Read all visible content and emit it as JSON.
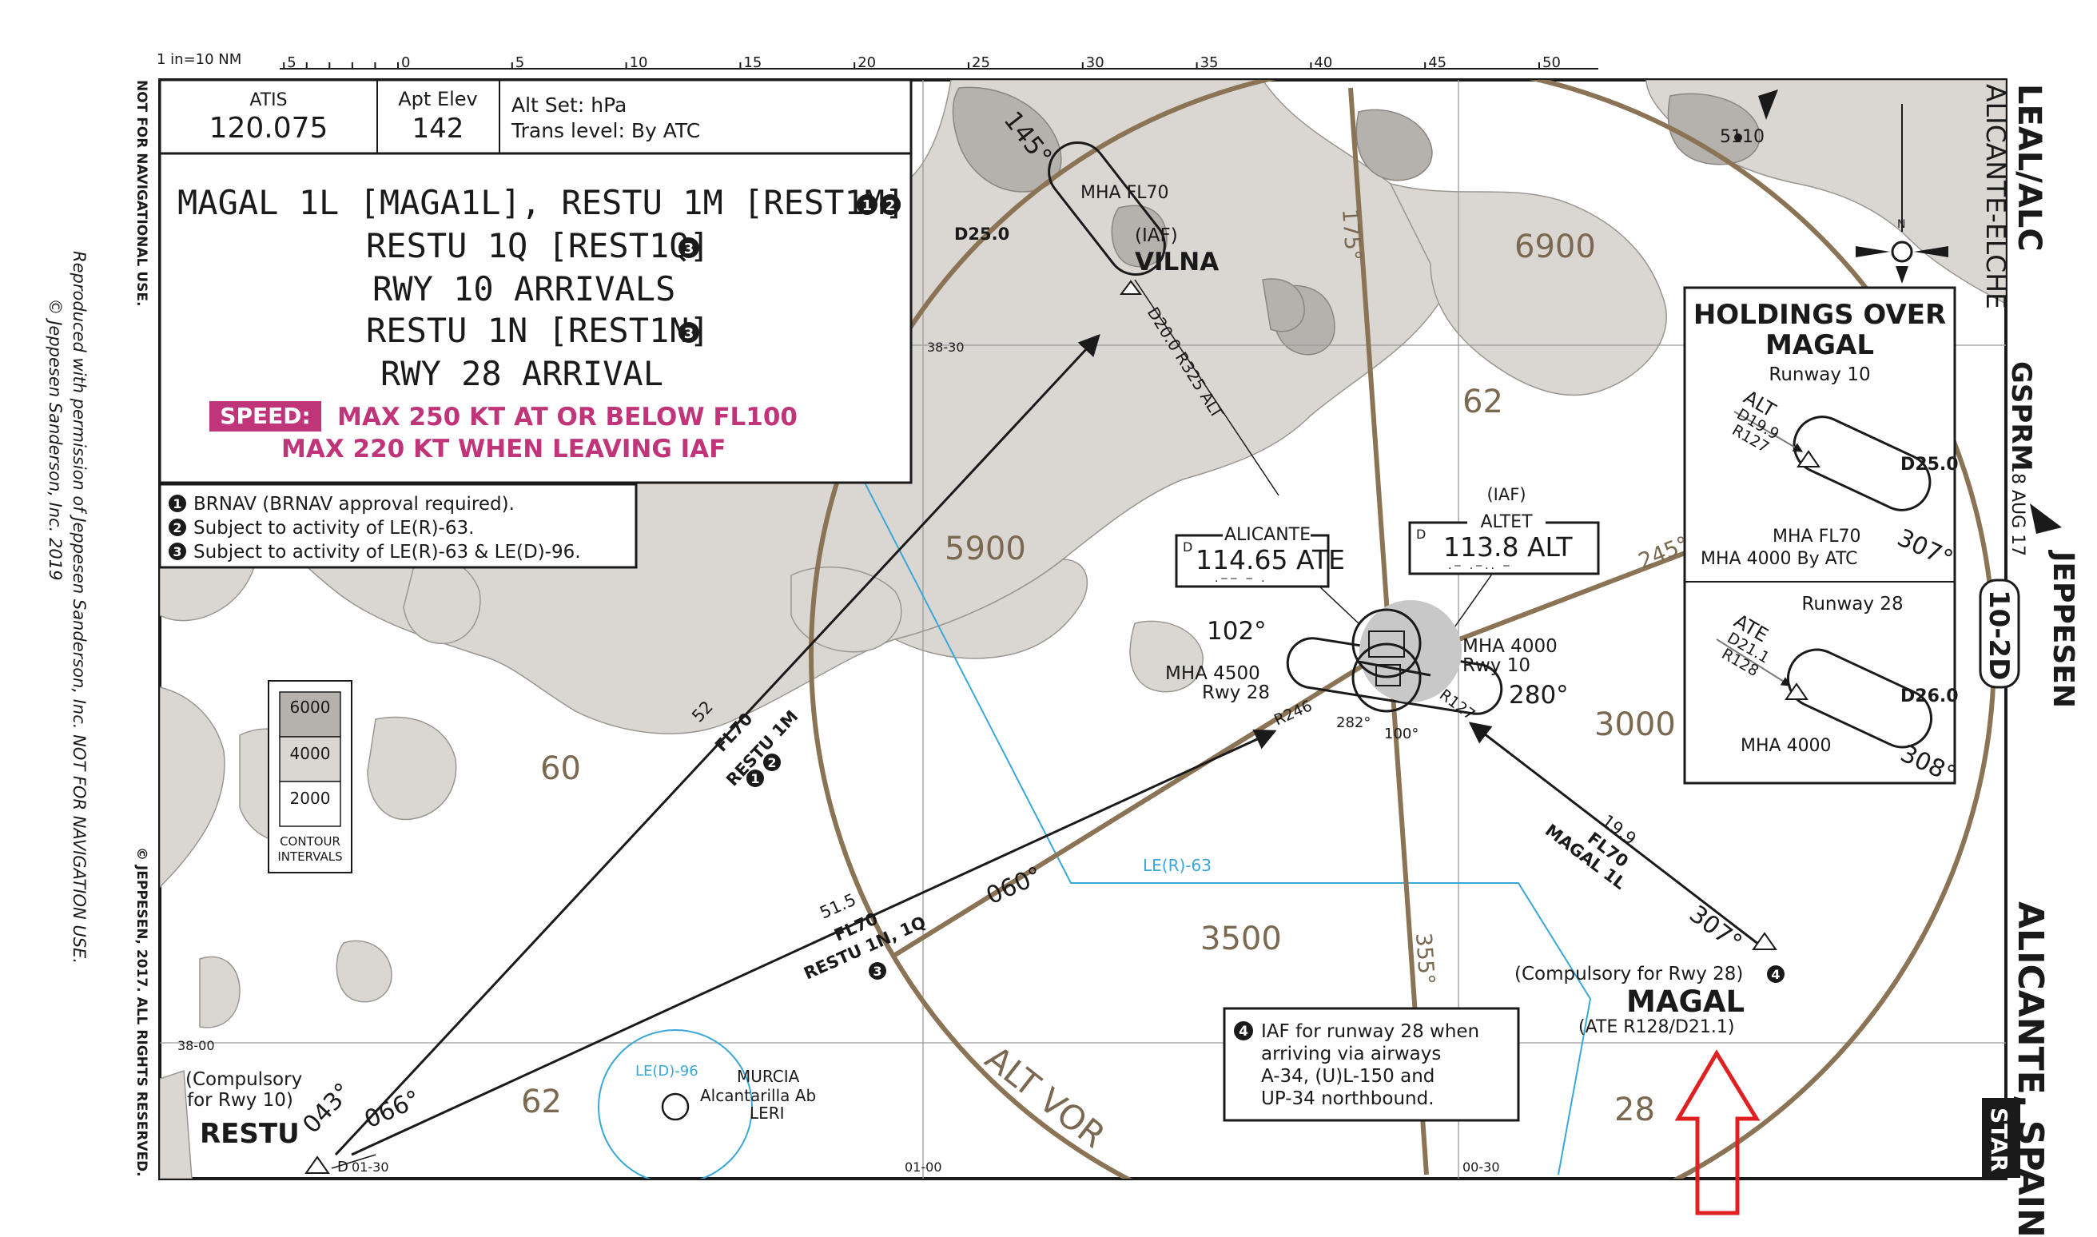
{
  "permission_note": {
    "line1": "Reproduced with permission of Jeppesen Sanderson, Inc. NOT FOR NAVIGATION USE.",
    "line2": "© Jeppesen Sanderson, Inc. 2019"
  },
  "margin_texts": {
    "not_for_nav": "NOT FOR NAVIGATIONAL USE.",
    "copyright": "© JEPPESEN, 2017. ALL RIGHTS RESERVED."
  },
  "scale": {
    "label": "1 in=10 NM",
    "ticks": [
      "5",
      "0",
      "5",
      "10",
      "15",
      "20",
      "25",
      "30",
      "35",
      "40",
      "45",
      "50"
    ]
  },
  "header": {
    "atis_label": "ATIS",
    "atis_freq": "120.075",
    "apt_elev_label": "Apt Elev",
    "apt_elev": "142",
    "alt_set": "Alt Set: hPa",
    "trans_level": "Trans level: By ATC"
  },
  "title_box": {
    "line1": "MAGAL 1L [MAGA1L], RESTU 1M [REST1M]",
    "line1_notes": [
      "1",
      "2"
    ],
    "line2": "RESTU 1Q [REST1Q]",
    "line2_note": "3",
    "line3": "RWY 10 ARRIVALS",
    "line4": "RESTU 1N [REST1N]",
    "line4_note": "3",
    "line5": "RWY 28 ARRIVAL",
    "speed_label": "SPEED:",
    "speed1": "MAX 250 KT AT OR BELOW FL100",
    "speed2": "MAX 220 KT WHEN LEAVING IAF"
  },
  "notes_box": {
    "items": [
      {
        "num": "1",
        "text": "BRNAV (BRNAV approval required)."
      },
      {
        "num": "2",
        "text": "Subject to activity of LE(R)-63."
      },
      {
        "num": "3",
        "text": "Subject to activity of LE(R)-63 & LE(D)-96."
      }
    ]
  },
  "contour_legend": {
    "levels": [
      "6000",
      "4000",
      "2000"
    ],
    "label1": "CONTOUR",
    "label2": "INTERVALS"
  },
  "right_strip": {
    "airport_code": "LEAL/ALC",
    "airport_name": "ALICANTE-ELCHE",
    "procedure": "GSPRM",
    "date": "18 AUG 17",
    "chart_number": "10-2D",
    "brand": "JEPPESEN",
    "city": "ALICANTE, SPAIN",
    "type": "STAR",
    "compass_n": "N"
  },
  "holdings_box": {
    "title1": "HOLDINGS OVER",
    "title2": "MAGAL",
    "rwy10": {
      "label": "Runway 10",
      "alt": "ALT",
      "dist": "D19.9",
      "radial": "R127",
      "fix_dist": "D25.0",
      "mha1": "MHA FL70",
      "mha2": "MHA 4000 By ATC",
      "course": "307°"
    },
    "rwy28": {
      "label": "Runway 28",
      "ate": "ATE",
      "dist": "D21.1",
      "radial": "R128",
      "fix_dist": "D26.0",
      "mha": "MHA 4000",
      "course": "308°"
    }
  },
  "navaids": {
    "alicante": {
      "name": "ALICANTE",
      "d": "D",
      "freq": "114.65 ATE"
    },
    "altet": {
      "iaf": "(IAF)",
      "name": "ALTET",
      "d": "D",
      "freq": "113.8 ALT"
    }
  },
  "fixes": {
    "vilna": {
      "iaf": "(IAF)",
      "name": "VILNA",
      "mha": "MHA FL70",
      "dist": "D25.0",
      "course": "145°",
      "radial": "D20.0 R325 ALT"
    },
    "restu": {
      "name": "RESTU",
      "note1": "(Compulsory",
      "note2": "for Rwy 10)",
      "d_label": "D",
      "lat": "01-30"
    },
    "magal": {
      "name": "MAGAL",
      "note": "(Compulsory for Rwy 28)",
      "note_num": "4",
      "sub": "(ATE R128/D21.1)"
    },
    "elev_5110": "5110"
  },
  "routes": {
    "restu_1m": {
      "dist": "52",
      "fl": "FL70",
      "name": "RESTU 1M",
      "notes": [
        "1",
        "2"
      ]
    },
    "restu_1n1q": {
      "dist": "51.5",
      "fl": "FL70",
      "name": "RESTU 1N, 1Q",
      "note": "3"
    },
    "magal_1l": {
      "dist": "19.9",
      "fl": "FL70",
      "name": "MAGAL 1L"
    },
    "courses": {
      "c043": "043°",
      "c066": "066°",
      "c060": "060°",
      "c307": "307°",
      "c102": "102°",
      "c280": "280°",
      "c245": "245°",
      "c175": "175°",
      "c355": "355°",
      "r246": "R246",
      "r127": "R127",
      "c282": "282°",
      "c100": "100°"
    },
    "holding_near": {
      "mha4500": "MHA 4500",
      "rwy28": "Rwy 28",
      "mha4000": "MHA 4000",
      "rwy10": "Rwy 10"
    }
  },
  "msa": {
    "sector_values": [
      "6900",
      "5900",
      "3000",
      "3500"
    ],
    "alt_vor": "ALT VOR"
  },
  "grid": {
    "values": [
      "62",
      "60",
      "62",
      "28"
    ],
    "lat_labels": [
      "38-30",
      "38-00"
    ],
    "lon_labels": [
      "01-00",
      "00-30"
    ]
  },
  "airspace": {
    "ler63": "LE(R)-63",
    "led96": "LE(D)-96",
    "murcia1": "MURCIA",
    "murcia2": "Alcantarilla Ab",
    "murcia3": "LERI"
  },
  "iaf_note": {
    "num": "4",
    "line1": "IAF for runway 28 when",
    "line2": "arriving via airways",
    "line3": "A-34, (U)L-150 and",
    "line4": "UP-34 northbound."
  },
  "colors": {
    "terrain": "#d9d6d2",
    "terrain_dark": "#b8b5b1",
    "msa_brown": "#8b7355",
    "airspace_blue": "#3aa7d8",
    "speed_pink": "#c0357a",
    "annotation_red": "#e02020"
  }
}
